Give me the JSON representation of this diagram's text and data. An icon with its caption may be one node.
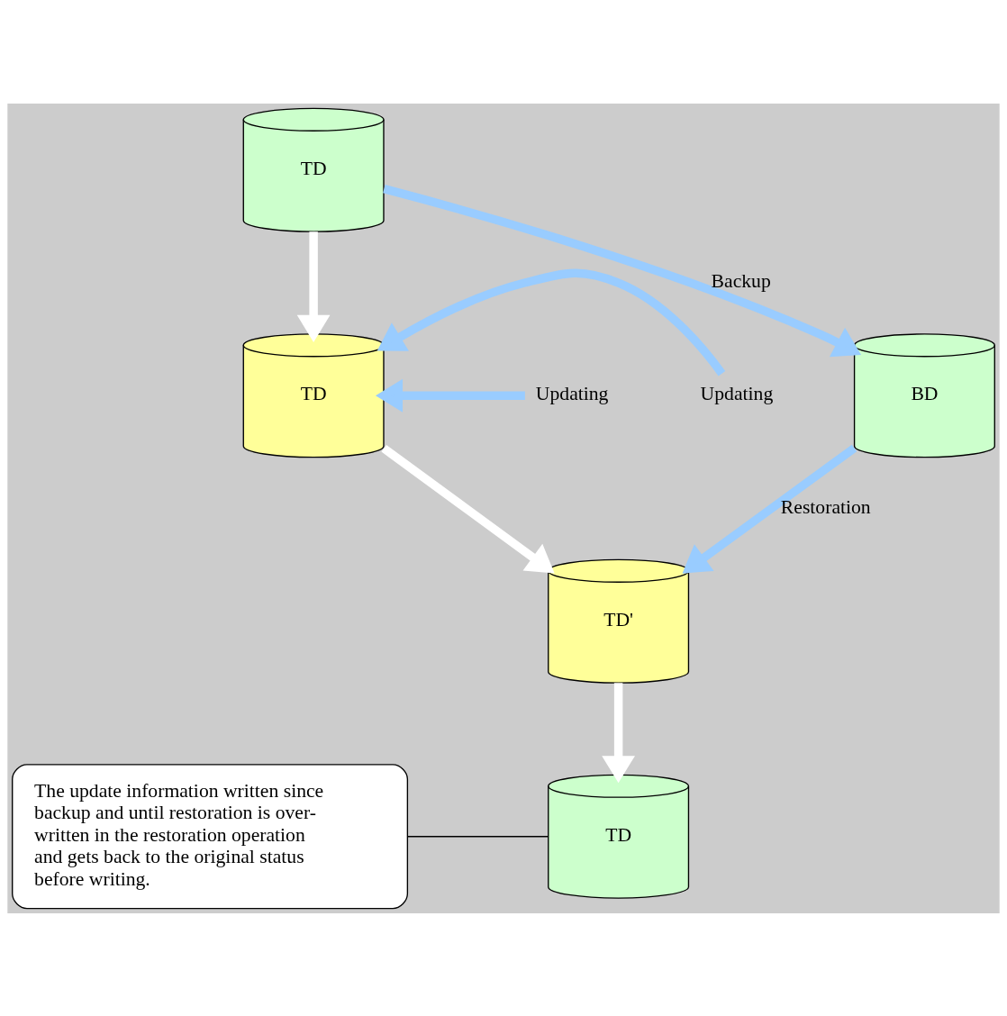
{
  "diagram": {
    "nodes": [
      {
        "text": [
          "TD"
        ]
      },
      {
        "text": [
          "BD"
        ]
      },
      {
        "text": [
          "Updating"
        ]
      },
      {
        "text": [
          "TD"
        ]
      },
      {
        "text": [
          "Updating"
        ]
      },
      {
        "text": [
          "TD'"
        ]
      },
      {
        "text": [
          "TD"
        ]
      },
      {
        "text": [
          "The update information written since backup and until restoration is over-written in the restoration operation and gets back to the original status before writing."
        ]
      }
    ],
    "edges": [
      {
        "from": 0,
        "to": 3,
        "arrow": "to",
        "color": "#ffffff"
      },
      {
        "from": 0,
        "to": 1,
        "arrow": "to",
        "label": "Backup"
      },
      {
        "from": 2,
        "to": 3,
        "arrow": "to"
      },
      {
        "from": 4,
        "to": 3,
        "arrow": "to"
      },
      {
        "from": 3,
        "to": 5,
        "arrow": "to",
        "color": "#ffffff"
      },
      {
        "from": 1,
        "to": 5,
        "arrow": "to",
        "label": "Restoration"
      },
      {
        "from": 5,
        "to": 6,
        "arrow": "to",
        "color": "#ffffff"
      },
      {
        "from": 7,
        "to": 6,
        "arrow": "none",
        "color": "#000000"
      }
    ]
  }
}
